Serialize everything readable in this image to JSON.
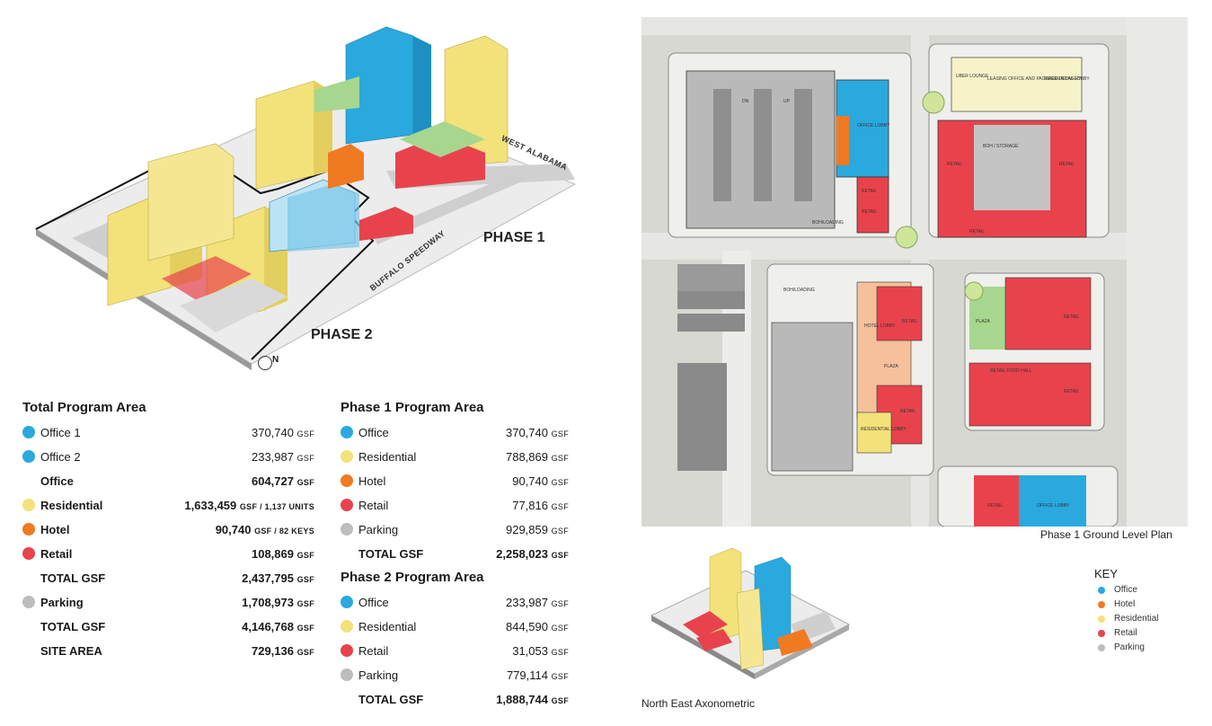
{
  "colors": {
    "office": "#2aa9df",
    "residential": "#f3e27a",
    "hotel": "#f07a22",
    "retail": "#e8434c",
    "parking": "#bdbdbd",
    "plan_bg": "#d8d8d3"
  },
  "axonometric": {
    "phase1_label": "PHASE 1",
    "phase2_label": "PHASE 2",
    "street_west_alabama": "WEST ALABAMA",
    "street_buffalo": "BUFFALO SPEEDWAY",
    "north_symbol": "N"
  },
  "total_program": {
    "title": "Total Program Area",
    "rows": [
      {
        "label": "Office 1",
        "value": "370,740",
        "unit": "GSF",
        "color": "office",
        "bold": false
      },
      {
        "label": "Office 2",
        "value": "233,987",
        "unit": "GSF",
        "color": "office",
        "bold": false
      },
      {
        "label": "Office",
        "value": "604,727",
        "unit": "GSF",
        "color": "",
        "bold": true
      },
      {
        "label": "Residential",
        "value": "1,633,459",
        "unit": "GSF / 1,137 UNITS",
        "color": "residential",
        "bold": true
      },
      {
        "label": "Hotel",
        "value": "90,740",
        "unit": "GSF / 82 KEYS",
        "color": "hotel",
        "bold": true
      },
      {
        "label": "Retail",
        "value": "108,869",
        "unit": "GSF",
        "color": "retail",
        "bold": true
      },
      {
        "label": "TOTAL GSF",
        "value": "2,437,795",
        "unit": "GSF",
        "color": "",
        "bold": true
      },
      {
        "label": "Parking",
        "value": "1,708,973",
        "unit": "GSF",
        "color": "parking",
        "bold": true
      },
      {
        "label": "TOTAL GSF",
        "value": "4,146,768",
        "unit": "GSF",
        "color": "",
        "bold": true
      },
      {
        "label": "SITE AREA",
        "value": "729,136",
        "unit": "GSF",
        "color": "",
        "bold": true
      }
    ]
  },
  "phase1_program": {
    "title": "Phase 1 Program Area",
    "rows": [
      {
        "label": "Office",
        "value": "370,740",
        "unit": "GSF",
        "color": "office",
        "bold": false
      },
      {
        "label": "Residential",
        "value": "788,869",
        "unit": "GSF",
        "color": "residential",
        "bold": false
      },
      {
        "label": "Hotel",
        "value": "90,740",
        "unit": "GSF",
        "color": "hotel",
        "bold": false
      },
      {
        "label": "Retail",
        "value": "77,816",
        "unit": "GSF",
        "color": "retail",
        "bold": false
      },
      {
        "label": "Parking",
        "value": "929,859",
        "unit": "GSF",
        "color": "parking",
        "bold": false
      },
      {
        "label": "TOTAL GSF",
        "value": "2,258,023",
        "unit": "GSF",
        "color": "",
        "bold": true
      }
    ]
  },
  "phase2_program": {
    "title": "Phase 2 Program Area",
    "rows": [
      {
        "label": "Office",
        "value": "233,987",
        "unit": "GSF",
        "color": "office",
        "bold": false
      },
      {
        "label": "Residential",
        "value": "844,590",
        "unit": "GSF",
        "color": "residential",
        "bold": false
      },
      {
        "label": "Retail",
        "value": "31,053",
        "unit": "GSF",
        "color": "retail",
        "bold": false
      },
      {
        "label": "Parking",
        "value": "779,114",
        "unit": "GSF",
        "color": "parking",
        "bold": false
      },
      {
        "label": "TOTAL GSF",
        "value": "1,888,744",
        "unit": "GSF",
        "color": "",
        "bold": true
      }
    ]
  },
  "plan": {
    "caption": "Phase 1 Ground Level Plan",
    "labels": {
      "office_lobby": "OFFICE LOBBY",
      "retail": "RETAIL",
      "boh_loading": "BOH/LOADING",
      "leasing": "LEASING OFFICE AND PACKAGE DELIVERY",
      "uber_lounge": "UBER LOUNGE",
      "residential_lobby": "RESIDENTIAL LOBBY",
      "boh_storage": "BOH / STORAGE",
      "hotel_lobby": "HOTEL LOBBY",
      "plaza": "PLAZA",
      "retail_food_hall": "RETAIL FOOD HALL",
      "up": "UP",
      "dn": "DN"
    }
  },
  "axo_small_caption": "North East Axonometric",
  "key": {
    "title": "KEY",
    "items": [
      {
        "label": "Office",
        "color": "#2aa9df"
      },
      {
        "label": "Hotel",
        "color": "#f07a22"
      },
      {
        "label": "Residential",
        "color": "#f3e27a"
      },
      {
        "label": "Retail",
        "color": "#e8434c"
      },
      {
        "label": "Parking",
        "color": "#bdbdbd"
      }
    ]
  }
}
